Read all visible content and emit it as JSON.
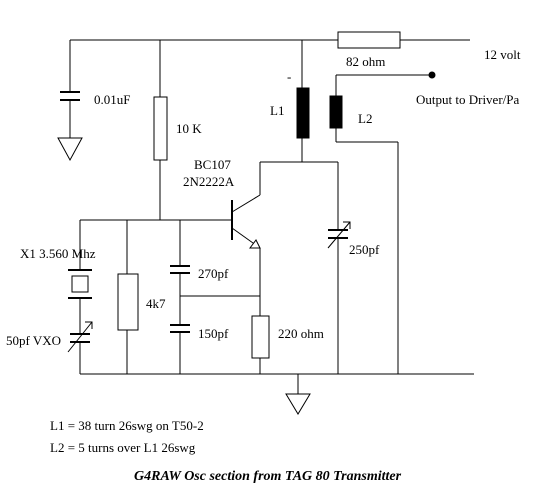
{
  "labels": {
    "supply": "12 volt",
    "r_supply": "82 ohm",
    "output": "Output to Driver/Pa",
    "c_decouple": "0.01uF",
    "r_bias": "10 K",
    "l1": "L1",
    "l1_dot": "-",
    "l2": "L2",
    "transistor_1": "BC107",
    "transistor_2": "2N2222A",
    "crystal": "X1 3.560 Mhz",
    "c_tune": "250pf",
    "c_fb1": "270pf",
    "r_base": "4k7",
    "c_fb2": "150pf",
    "r_emitter": "220 ohm",
    "c_vxo": "50pf VXO"
  },
  "notes": {
    "l1_note": "L1 = 38 turn 26swg on T50-2",
    "l2_note": "L2 = 5 turns over L1 26swg"
  },
  "caption": "G4RAW Osc section from TAG 80 Transmitter"
}
